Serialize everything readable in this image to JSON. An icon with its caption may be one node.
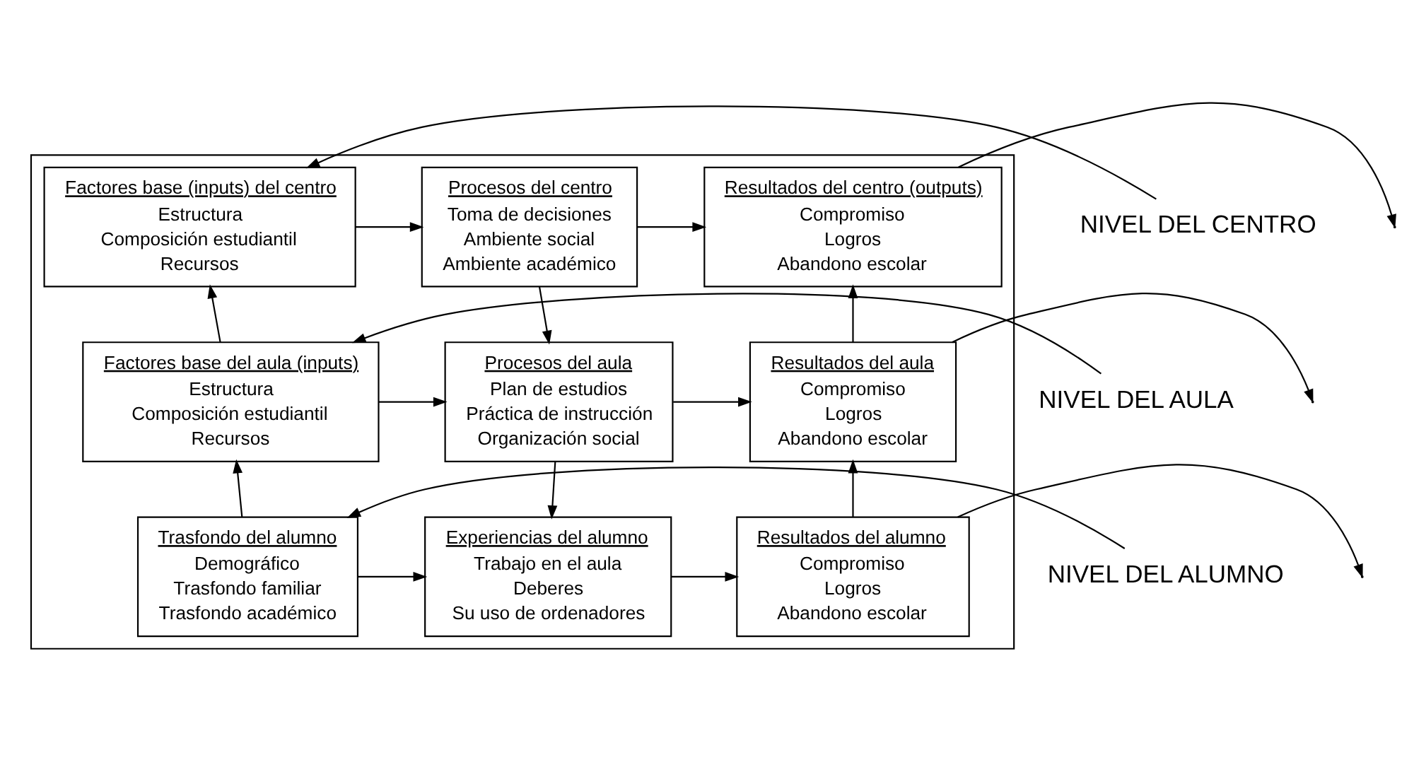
{
  "diagram": {
    "nodes": [
      {
        "text": [],
        "shape": "box"
      },
      {
        "text": [
          "NIVEL DEL CENTRO"
        ]
      },
      {
        "text": [
          "Factores base (inputs) del centro",
          "Estructura",
          "Composición estudiantil",
          "Recursos"
        ],
        "in": 0
      },
      {
        "text": [
          "Procesos del centro",
          "Toma de decisiones",
          "Ambiente social",
          "Ambiente académico"
        ],
        "in": 0
      },
      {
        "text": [
          "Resultados del centro (outputs)",
          "Compromiso",
          "Logros",
          "Abandono escolar"
        ],
        "in": 0
      },
      {
        "text": [
          "NIVEL DEL AULA"
        ]
      },
      {
        "text": [
          "Factores base del aula (inputs)",
          "Estructura",
          "Composición estudiantil",
          "Recursos"
        ],
        "in": 0
      },
      {
        "text": [
          "Procesos del aula",
          "Plan de estudios",
          "Práctica de instrucción",
          "Organización social"
        ],
        "in": 0
      },
      {
        "text": [
          "Resultados del aula",
          "Compromiso",
          "Logros",
          "Abandono escolar"
        ],
        "in": 0
      },
      {
        "text": [
          "NIVEL DEL ALUMNO"
        ]
      },
      {
        "text": [
          "Trasfondo del alumno",
          "Demográfico",
          "Trasfondo familiar",
          "Trasfondo académico"
        ],
        "in": 0
      },
      {
        "text": [
          "Experiencias del alumno",
          "Trabajo en el aula",
          "Deberes",
          "Su uso de ordenadores"
        ],
        "in": 0
      },
      {
        "text": [
          "Resultados del alumno",
          "Compromiso",
          "Logros",
          "Abandono escolar"
        ],
        "in": 0
      }
    ],
    "edges": [
      {
        "from": 1,
        "to": 2,
        "arrow": "to"
      },
      {
        "from": 2,
        "to": 3,
        "arrow": "to"
      },
      {
        "from": 3,
        "to": 4,
        "arrow": "to"
      },
      {
        "from": 4,
        "to": null,
        "arrow": "to"
      },
      {
        "from": 5,
        "to": 6,
        "arrow": "to"
      },
      {
        "from": 6,
        "to": 7,
        "arrow": "to"
      },
      {
        "from": 7,
        "to": 8,
        "arrow": "to"
      },
      {
        "from": 8,
        "to": null,
        "arrow": "to"
      },
      {
        "from": 9,
        "to": 10,
        "arrow": "to"
      },
      {
        "from": 10,
        "to": 11,
        "arrow": "to"
      },
      {
        "from": 11,
        "to": 12,
        "arrow": "to"
      },
      {
        "from": 12,
        "to": null,
        "arrow": "to"
      },
      {
        "from": 6,
        "to": 2,
        "arrow": "to"
      },
      {
        "from": 10,
        "to": 6,
        "arrow": "to"
      },
      {
        "from": 3,
        "to": 7,
        "arrow": "to"
      },
      {
        "from": 7,
        "to": 11,
        "arrow": "to"
      },
      {
        "from": 8,
        "to": 4,
        "arrow": "to"
      },
      {
        "from": 12,
        "to": 8,
        "arrow": "to"
      }
    ]
  }
}
